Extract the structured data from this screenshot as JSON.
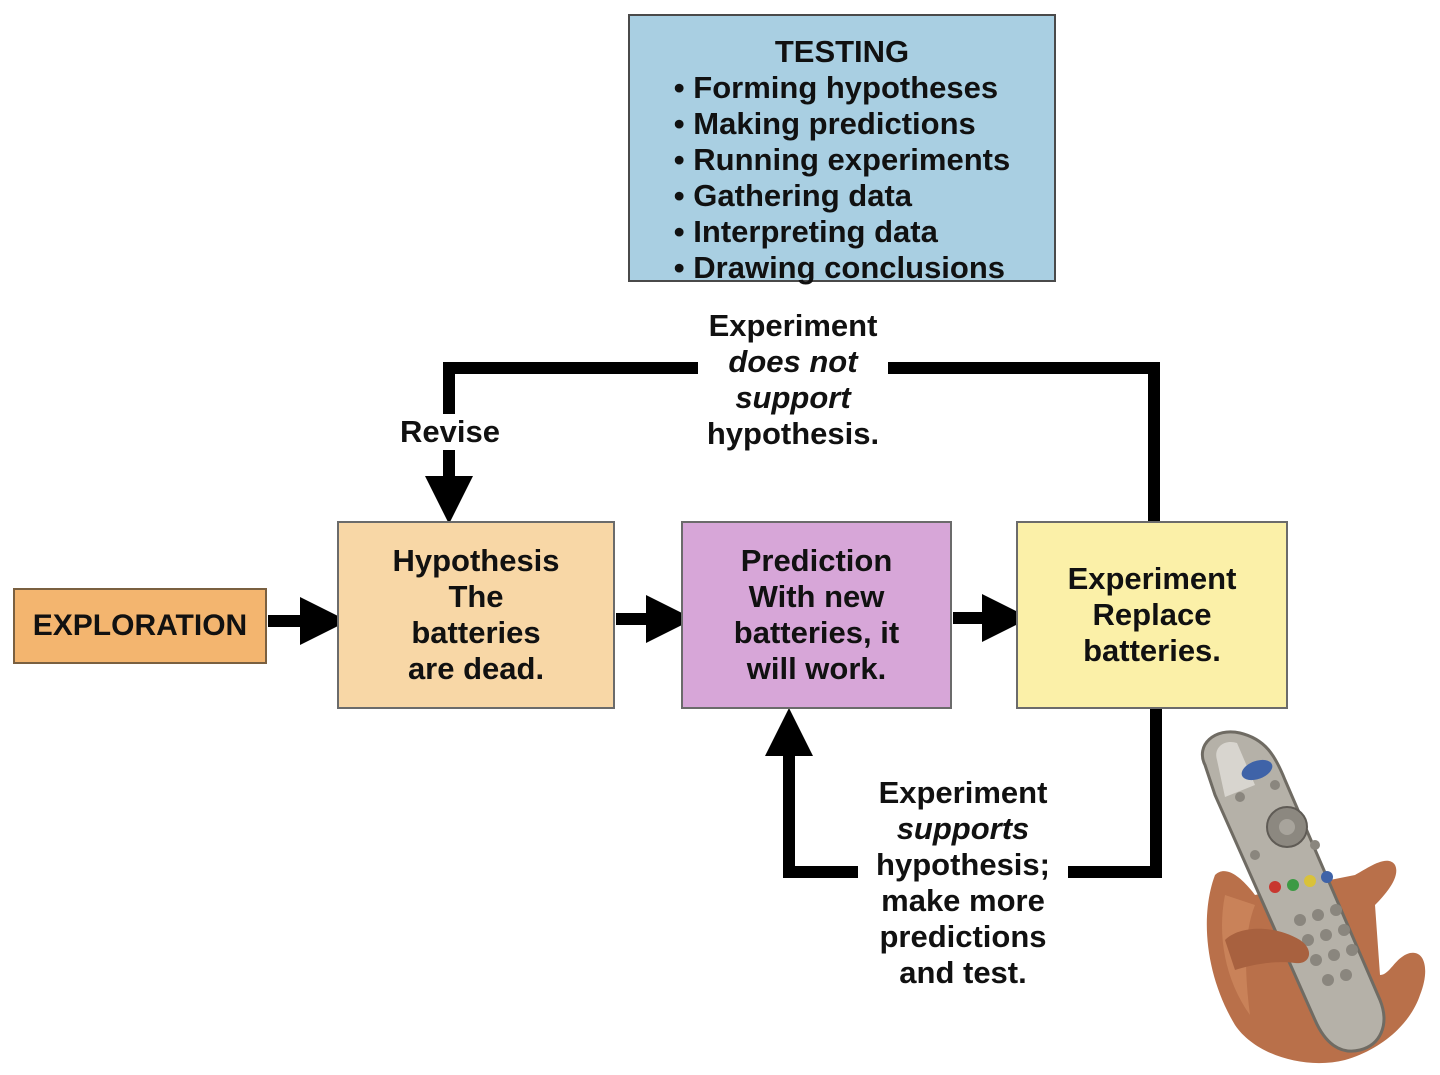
{
  "testing": {
    "title": "TESTING",
    "items": [
      "Forming hypotheses",
      "Making predictions",
      "Running experiments",
      "Gathering data",
      "Interpreting data",
      "Drawing conclusions"
    ]
  },
  "exploration": {
    "label": "EXPLORATION"
  },
  "hypothesis": {
    "lines": [
      "Hypothesis",
      "The",
      "batteries",
      "are dead."
    ]
  },
  "prediction": {
    "lines": [
      "Prediction",
      "With new",
      "batteries, it",
      "will work."
    ]
  },
  "experiment": {
    "lines": [
      "Experiment",
      "Replace",
      "batteries."
    ]
  },
  "revise": {
    "label": "Revise"
  },
  "not_support": {
    "lines": [
      "Experiment",
      "does not",
      "support",
      "hypothesis."
    ]
  },
  "supports": {
    "lines": [
      "Experiment",
      "supports",
      "hypothesis;",
      "make more",
      "predictions",
      "and test."
    ]
  },
  "colors": {
    "testing": "#a9cfe2",
    "exploration": "#f3b56f",
    "hypothesis": "#f8d7a6",
    "prediction": "#d7a6d8",
    "experiment": "#fbf0a8",
    "arrow": "#000000"
  }
}
